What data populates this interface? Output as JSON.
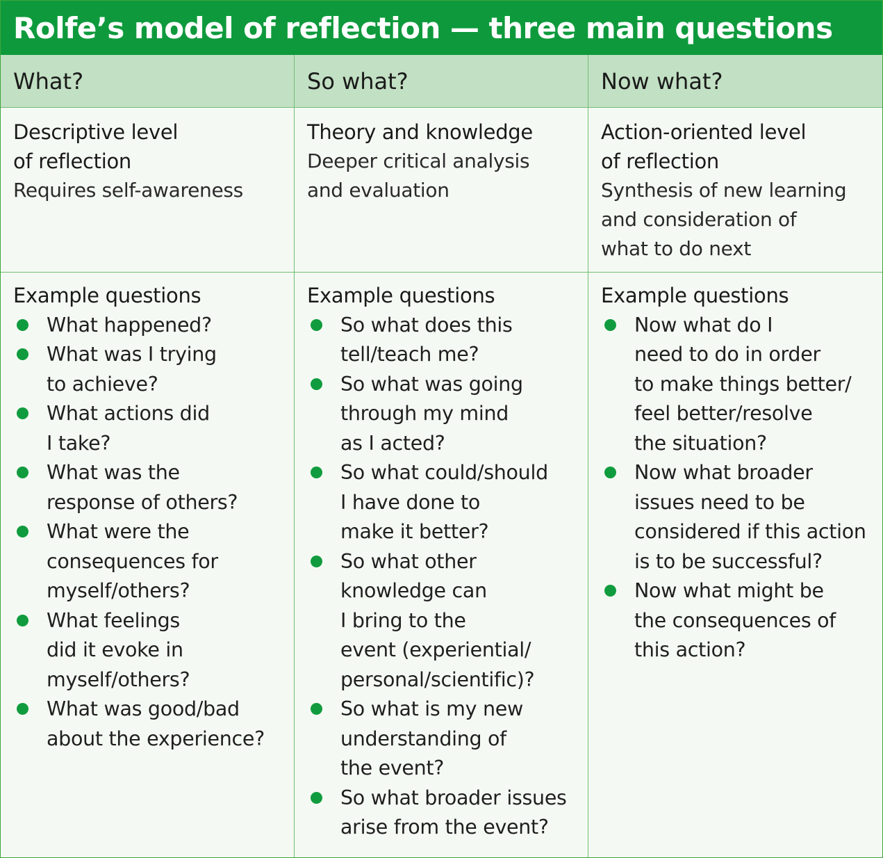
{
  "title": "Rolfe’s model of reflection — three main questions",
  "columns": [
    {
      "header": "What?",
      "level_title": [
        "Descriptive level",
        "of reflection"
      ],
      "level_desc": [
        "Requires self-awareness"
      ],
      "questions_heading": "Example questions",
      "questions": [
        [
          "What happened?"
        ],
        [
          "What was I trying",
          "to achieve?"
        ],
        [
          "What actions did",
          "I take?"
        ],
        [
          "What was the",
          "response of others?"
        ],
        [
          "What were the",
          "consequences for",
          "myself/others?"
        ],
        [
          "What feelings",
          "did it evoke in",
          "myself/others?"
        ],
        [
          "What was good/bad",
          "about the experience?"
        ]
      ]
    },
    {
      "header": "So what?",
      "level_title": [
        "Theory and knowledge"
      ],
      "level_desc": [
        "Deeper critical analysis",
        "and evaluation"
      ],
      "questions_heading": "Example questions",
      "questions": [
        [
          "So what does this",
          "tell/teach me?"
        ],
        [
          "So what was going",
          "through my mind",
          "as I acted?"
        ],
        [
          "So what could/should",
          "I have done to",
          "make it better?"
        ],
        [
          "So what other",
          "knowledge can",
          "I bring to the",
          "event (experiential/",
          "personal/scientific)?"
        ],
        [
          "So what is my new",
          "understanding of",
          "the event?"
        ],
        [
          "So what broader issues",
          "arise from the event?"
        ]
      ]
    },
    {
      "header": "Now what?",
      "level_title": [
        "Action-oriented level",
        "of reflection"
      ],
      "level_desc": [
        "Synthesis of new learning",
        "and consideration of",
        "what to do next"
      ],
      "questions_heading": "Example questions",
      "questions": [
        [
          "Now what do I",
          "need to do in order",
          "to make things better/",
          "feel better/resolve",
          "the situation?"
        ],
        [
          "Now what broader",
          "issues need to be",
          "considered if this action",
          "is to be successful?"
        ],
        [
          "Now what might be",
          "the consequences of",
          "this action?"
        ]
      ]
    }
  ],
  "colors": {
    "title_bg": "#0e9a3c",
    "header_bg": "#c2e0c3",
    "body_bg": "#f5f9f3",
    "bullet": "#109c3e",
    "rule": "#6fbf73"
  }
}
